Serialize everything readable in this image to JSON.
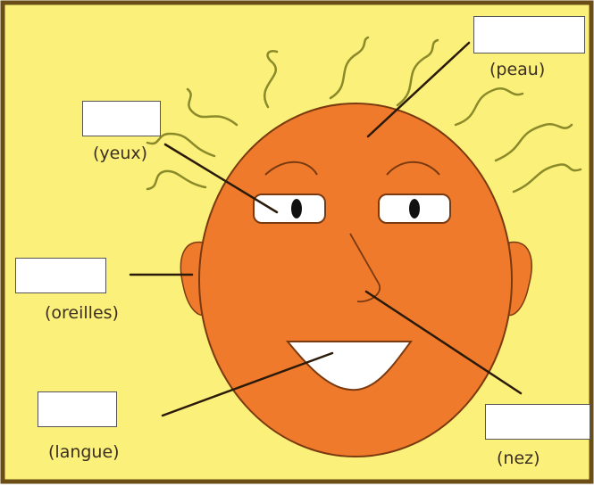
{
  "colors": {
    "background": "#fbf07a",
    "border": "#6b4e16",
    "face": "#f07a2c",
    "face_outline": "#7a3a10",
    "hair": "#8a8a2a",
    "leader_line": "#2a1a0a"
  },
  "labels": {
    "skin": "(peau)",
    "eyes": "(yeux)",
    "ears": "(oreilles)",
    "tongue": "(langue)",
    "nose": "(nez)"
  },
  "answers": {
    "skin": "",
    "eyes": "",
    "ears": "",
    "tongue": "",
    "nose": ""
  }
}
